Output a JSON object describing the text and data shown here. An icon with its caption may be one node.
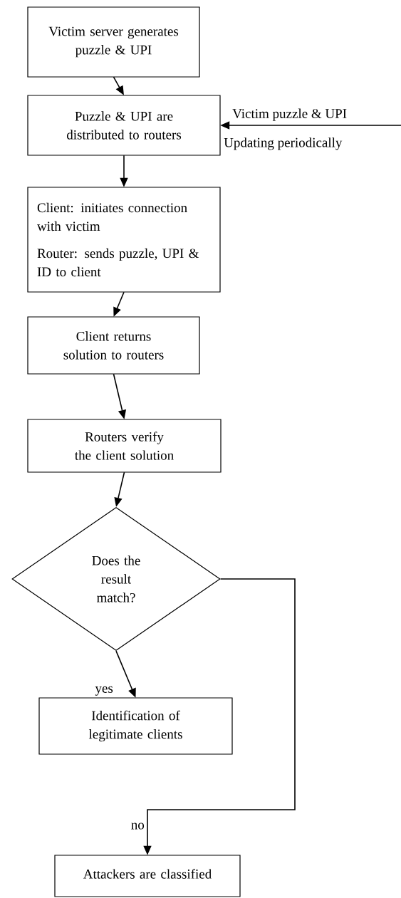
{
  "diagram": {
    "nodes": [
      {
        "text": [
          "Victim server generates puzzle & UPI"
        ]
      },
      {
        "text": [
          "Puzzle & UPI are distributed to routers"
        ]
      },
      {
        "text": [
          "Client: initiates connection with victim",
          "Router: sends puzzle, UPI & ID to client"
        ]
      },
      {
        "text": [
          "Client returns solution to routers"
        ]
      },
      {
        "text": [
          "Routers verify the client solution"
        ]
      },
      {
        "text": [
          "Does the result match?"
        ]
      },
      {
        "text": [
          "Identification of legitimate clients"
        ]
      },
      {
        "text": [
          "Attackers are classified"
        ]
      }
    ],
    "edges": [
      {
        "from": 0,
        "to": 1,
        "arrow": "to"
      },
      {
        "from": null,
        "to": 1,
        "arrow": "to",
        "label": "Victim puzzle & UPI"
      },
      {
        "from": 1,
        "to": 2,
        "arrow": "to"
      },
      {
        "from": 2,
        "to": 3,
        "arrow": "to"
      },
      {
        "from": 3,
        "to": 4,
        "arrow": "to"
      },
      {
        "from": 4,
        "to": 5,
        "arrow": "to"
      },
      {
        "from": 5,
        "to": 6,
        "arrow": "to",
        "label": "yes"
      },
      {
        "from": 5,
        "to": 7,
        "arrow": "to",
        "label": "no"
      }
    ],
    "labels": [
      "Updating periodically"
    ]
  }
}
